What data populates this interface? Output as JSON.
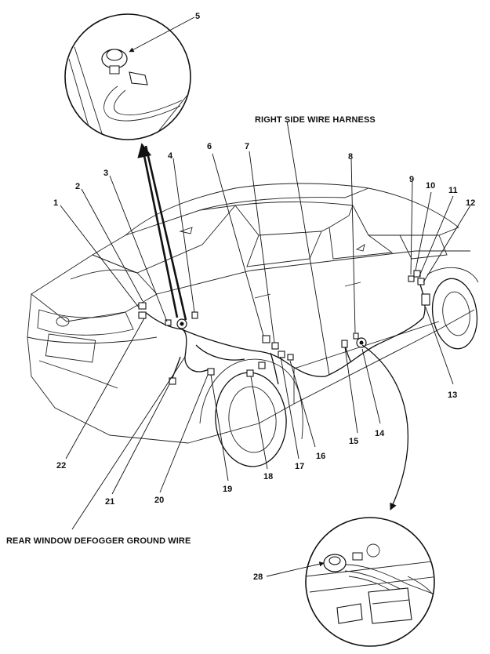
{
  "captions": {
    "right_side_harness": "RIGHT SIDE WIRE HARNESS",
    "rear_window_ground": "REAR WINDOW DEFOGGER GROUND WIRE"
  },
  "callouts": [
    "1",
    "2",
    "3",
    "4",
    "5",
    "6",
    "7",
    "8",
    "9",
    "10",
    "11",
    "12",
    "13",
    "14",
    "15",
    "16",
    "17",
    "18",
    "19",
    "20",
    "21",
    "22",
    "28"
  ]
}
